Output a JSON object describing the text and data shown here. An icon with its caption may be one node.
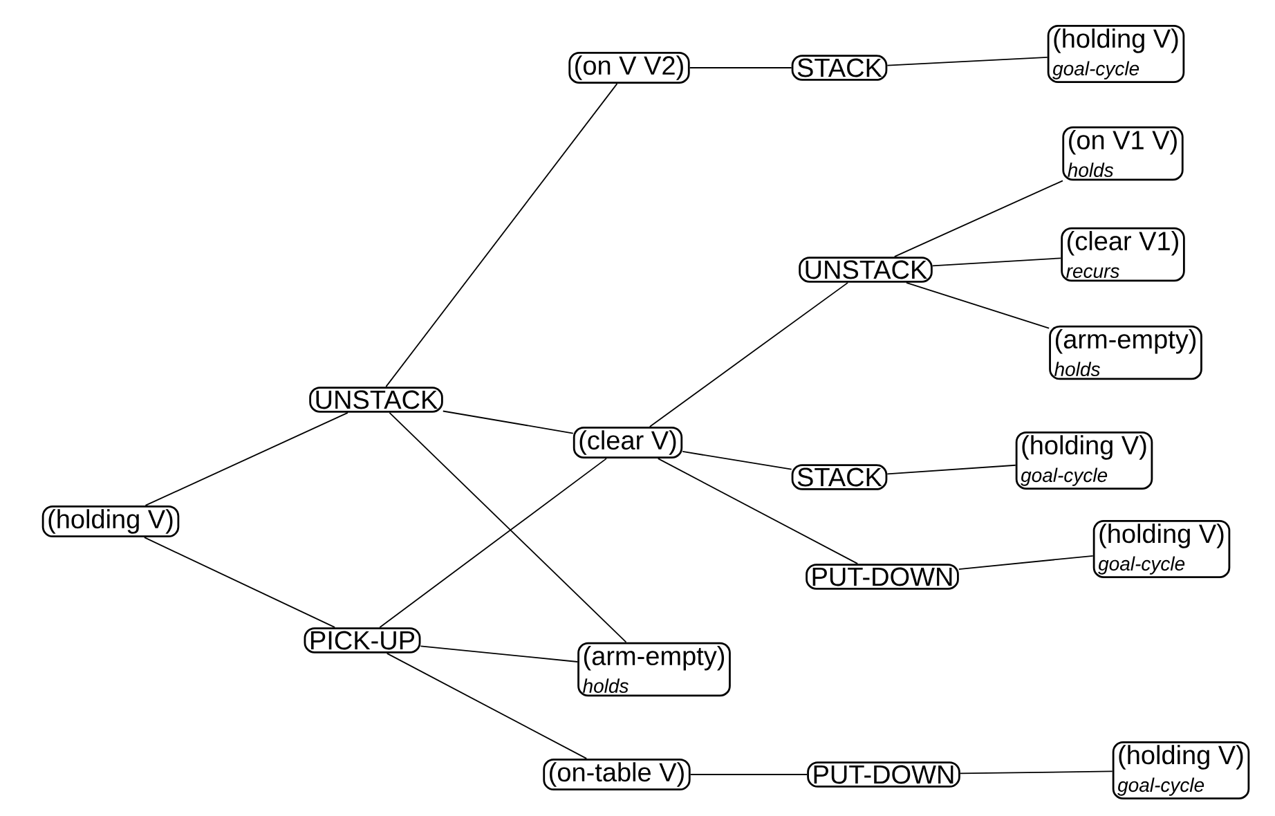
{
  "diagram": {
    "nodes": [
      {
        "text": [
          "(holding V)"
        ]
      },
      {
        "text": [
          "UNSTACK"
        ]
      },
      {
        "text": [
          "PICK-UP"
        ]
      },
      {
        "text": [
          "(on V V2)"
        ]
      },
      {
        "text": [
          "STACK"
        ]
      },
      {
        "text": [
          "(holding V)",
          "goal-cycle"
        ]
      },
      {
        "text": [
          "(clear V)"
        ]
      },
      {
        "text": [
          "UNSTACK"
        ]
      },
      {
        "text": [
          "(on V1 V)",
          "holds"
        ]
      },
      {
        "text": [
          "(clear V1)",
          "recurs"
        ]
      },
      {
        "text": [
          "(arm-empty)",
          "holds"
        ]
      },
      {
        "text": [
          "STACK"
        ]
      },
      {
        "text": [
          "(holding V)",
          "goal-cycle"
        ]
      },
      {
        "text": [
          "PUT-DOWN"
        ]
      },
      {
        "text": [
          "(holding V)",
          "goal-cycle"
        ]
      },
      {
        "text": [
          "(arm-empty)",
          "holds"
        ]
      },
      {
        "text": [
          "(on-table V)"
        ]
      },
      {
        "text": [
          "PUT-DOWN"
        ]
      },
      {
        "text": [
          "(holding V)",
          "goal-cycle"
        ]
      }
    ],
    "edges": [
      {
        "from": 0,
        "to": 1,
        "arrow": "none"
      },
      {
        "from": 0,
        "to": 2,
        "arrow": "none"
      },
      {
        "from": 1,
        "to": 3,
        "arrow": "none"
      },
      {
        "from": 1,
        "to": 6,
        "arrow": "none"
      },
      {
        "from": 1,
        "to": 15,
        "arrow": "none"
      },
      {
        "from": 2,
        "to": 6,
        "arrow": "none"
      },
      {
        "from": 2,
        "to": 15,
        "arrow": "none"
      },
      {
        "from": 2,
        "to": 16,
        "arrow": "none"
      },
      {
        "from": 3,
        "to": 4,
        "arrow": "none"
      },
      {
        "from": 4,
        "to": 5,
        "arrow": "none"
      },
      {
        "from": 6,
        "to": 7,
        "arrow": "none"
      },
      {
        "from": 6,
        "to": 11,
        "arrow": "none"
      },
      {
        "from": 6,
        "to": 13,
        "arrow": "none"
      },
      {
        "from": 7,
        "to": 8,
        "arrow": "none"
      },
      {
        "from": 7,
        "to": 9,
        "arrow": "none"
      },
      {
        "from": 7,
        "to": 10,
        "arrow": "none"
      },
      {
        "from": 11,
        "to": 12,
        "arrow": "none"
      },
      {
        "from": 13,
        "to": 14,
        "arrow": "none"
      },
      {
        "from": 16,
        "to": 17,
        "arrow": "none"
      },
      {
        "from": 17,
        "to": 18,
        "arrow": "none"
      }
    ]
  }
}
